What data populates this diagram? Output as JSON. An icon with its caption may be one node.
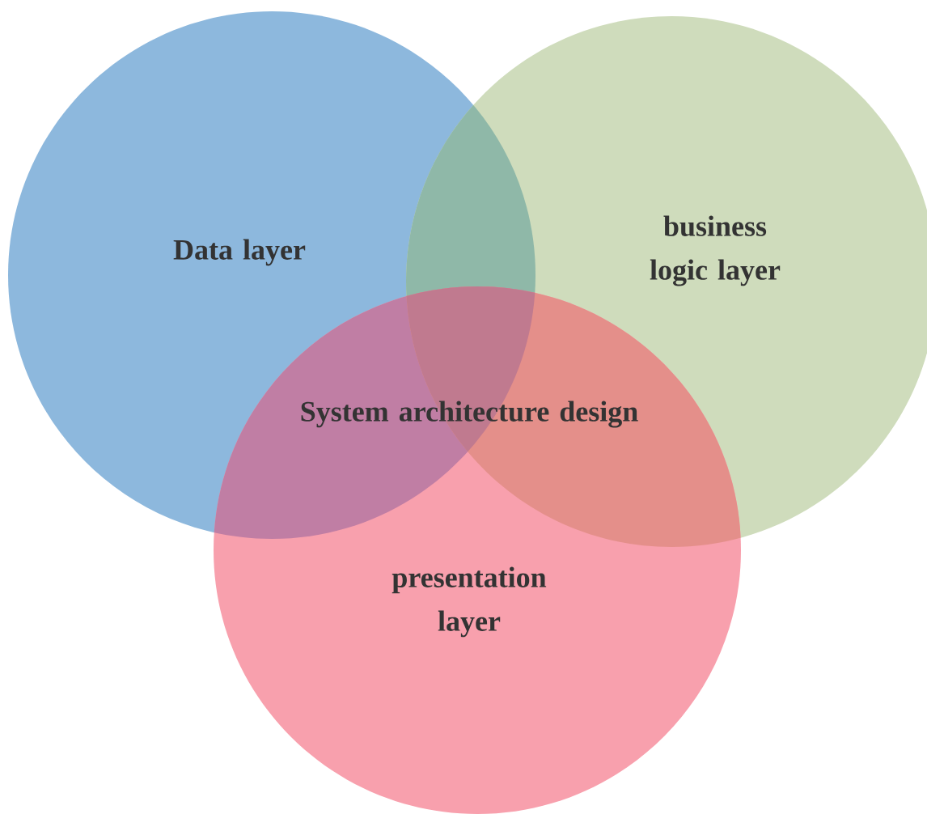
{
  "diagram": {
    "nodes": [
      {
        "text": [
          "Data layer"
        ]
      },
      {
        "text": [
          "business logic layer"
        ]
      },
      {
        "text": [
          "presentation layer"
        ]
      }
    ],
    "labels": [
      "System architecture design"
    ]
  }
}
